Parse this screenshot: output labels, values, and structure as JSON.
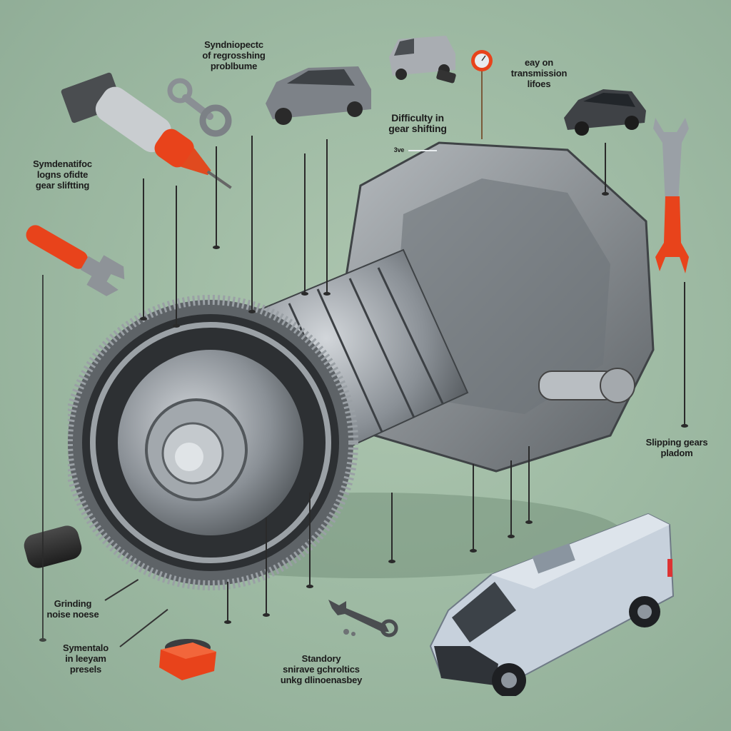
{
  "image": {
    "subject": "Exploded illustration of an automatic transmission with labeled symptoms",
    "background_color": "#9fbba4",
    "accent_color": "#e8431b"
  },
  "labels": [
    {
      "id": "top-center",
      "lines": [
        "Syndniopectc",
        "of regrosshing",
        "problbume"
      ]
    },
    {
      "id": "top-right",
      "lines": [
        "eay on",
        "transmission",
        "lifoes"
      ]
    },
    {
      "id": "center-top",
      "lines": [
        "Difficulty in",
        "gear shifting"
      ]
    },
    {
      "id": "left-top",
      "lines": [
        "Symdenatifoc",
        "logns ofidte",
        "gear sliftting"
      ]
    },
    {
      "id": "right-middle",
      "lines": [
        "Slipping gears",
        "pladom"
      ]
    },
    {
      "id": "left-bottom",
      "lines": [
        "Grinding",
        "noise noese"
      ]
    },
    {
      "id": "bottom-left",
      "lines": [
        "Symentalo",
        "in leeyam",
        "presels"
      ]
    },
    {
      "id": "bottom-center",
      "lines": [
        "Standory",
        "snirave gchroltics",
        "unkg dlinoenasbey"
      ]
    },
    {
      "id": "small-tag",
      "lines": [
        "3ve"
      ]
    }
  ],
  "objects": [
    {
      "name": "screwdriver",
      "color": "#e8431b"
    },
    {
      "name": "ring-wrench",
      "color": "#8a8f94"
    },
    {
      "name": "suv-car",
      "color": "#7d8288"
    },
    {
      "name": "small-van",
      "color": "#a9adb2"
    },
    {
      "name": "pressure-gauge",
      "color": "#e8431b"
    },
    {
      "name": "sedan-car",
      "color": "#3f4246"
    },
    {
      "name": "open-wrench-right",
      "color": "#e8431b"
    },
    {
      "name": "adjustable-wrench",
      "color": "#e8431b"
    },
    {
      "name": "transmission-assembly",
      "color": "#8f949a"
    },
    {
      "name": "rubber-bushing",
      "color": "#2e2e2e"
    },
    {
      "name": "parts-crate",
      "color": "#e8431b"
    },
    {
      "name": "small-wrench",
      "color": "#4a4d50"
    },
    {
      "name": "cargo-van",
      "color": "#c7d1dc"
    }
  ]
}
